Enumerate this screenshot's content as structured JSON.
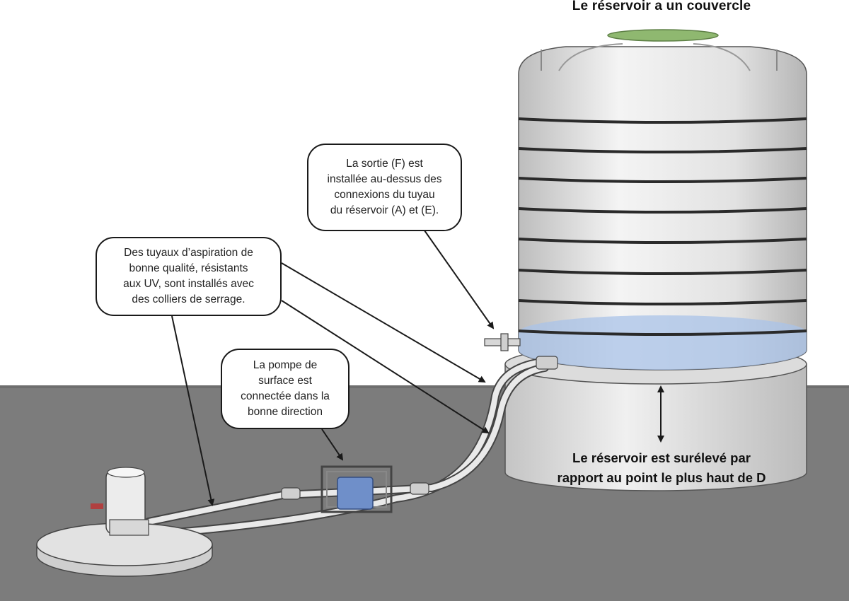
{
  "labels": {
    "tank_lid": "Le réservoir a un couvercle",
    "tank_elevated": "Le réservoir est surélevé par\nrapport au point le plus haut de D"
  },
  "callouts": {
    "outlet": "La sortie (F) est\ninstallée au-dessus des\nconnexions du tuyau\ndu réservoir (A) et (E).",
    "hoses": "Des tuyaux d’aspiration de\nbonne qualité, résistants\naux UV, sont installés avec\ndes colliers de serrage.",
    "pump": "La pompe de\nsurface est\nconnectée dans la\nbonne direction"
  },
  "colors": {
    "ground": "#7a7a7a",
    "tank_body": "#e6e6e6",
    "tank_lid": "#8fb870",
    "water": "#a9c3e8",
    "pump": "#6f8fc9",
    "line": "#1a1a1a"
  }
}
